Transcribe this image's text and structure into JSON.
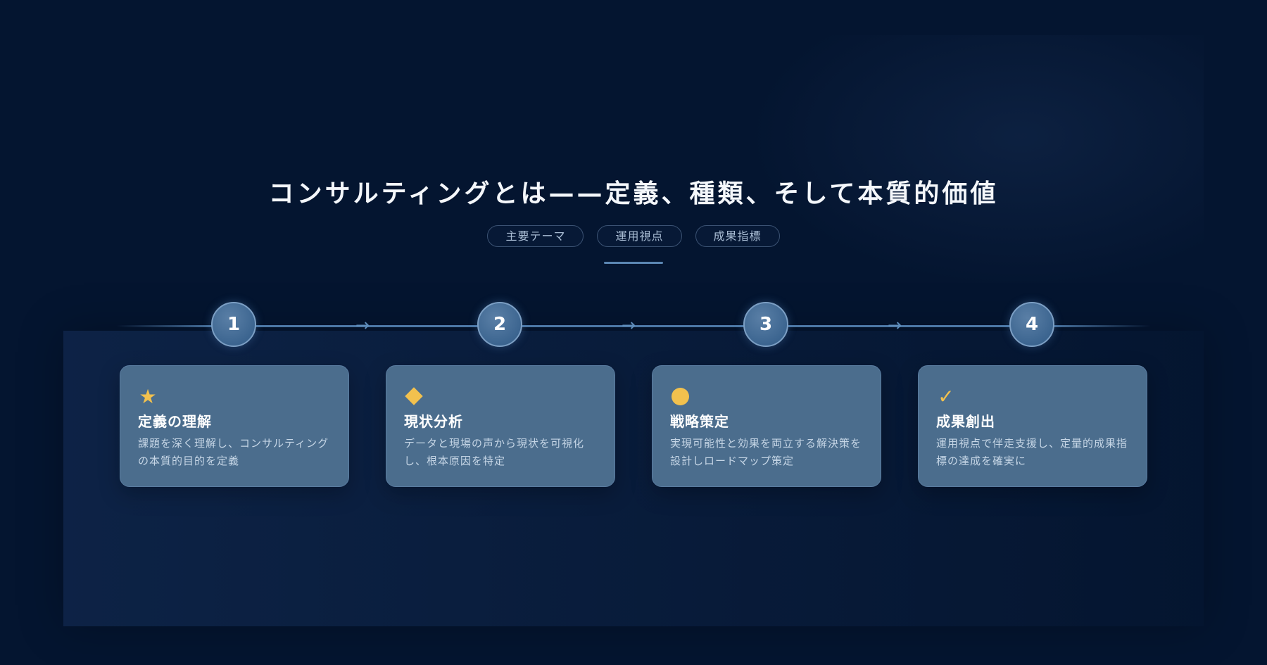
{
  "title": "コンサルティングとは——定義、種類、そして本質的価値",
  "tags": [
    "主要テーマ",
    "運用視点",
    "成果指標"
  ],
  "steps": [
    {
      "number": "1",
      "icon": "star-icon",
      "title": "定義の理解",
      "description": "課題を深く理解し、コンサルティングの本質的目的を定義"
    },
    {
      "number": "2",
      "icon": "diamond-icon",
      "title": "現状分析",
      "description": "データと現場の声から現状を可視化し、根本原因を特定"
    },
    {
      "number": "3",
      "icon": "circle-icon",
      "title": "戦略策定",
      "description": "実現可能性と効果を両立する解決策を設計しロードマップ策定"
    },
    {
      "number": "4",
      "icon": "check-icon",
      "title": "成果創出",
      "description": "運用視点で伴走支援し、定量的成果指標の達成を確実に"
    }
  ],
  "colors": {
    "background": "#041530",
    "card": "#4b6d8d",
    "node": "#3c6590",
    "accent": "#f2c14e",
    "line": "#4c78a6"
  }
}
